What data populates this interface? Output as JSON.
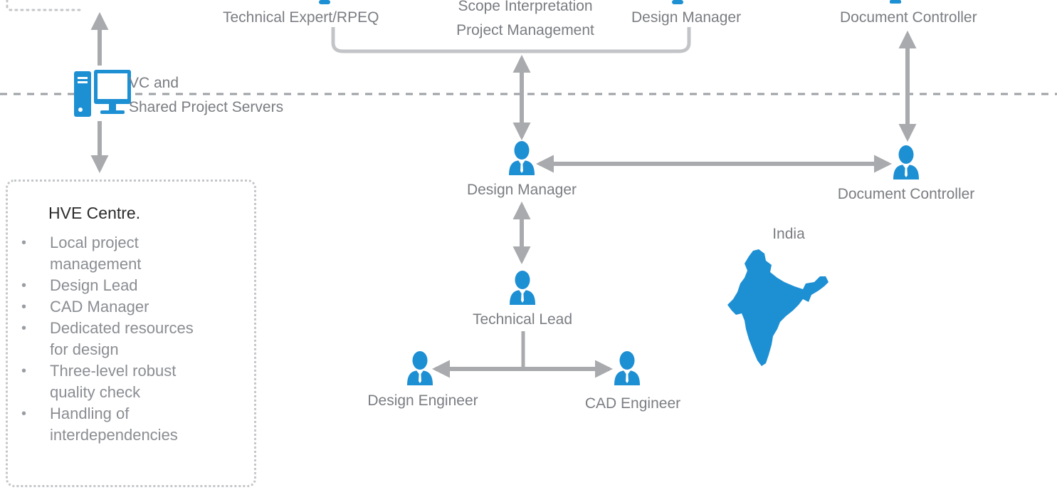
{
  "colors": {
    "accent": "#1d8fd3",
    "arrow": "#a8aaad",
    "text": "#7a7d82",
    "dark_text": "#2b2b2b"
  },
  "top_row": {
    "technical_expert": "Technical Expert/RPEQ",
    "scope_line1": "Scope Interpretation",
    "scope_line2": "Project Management",
    "design_manager": "Design Manager",
    "document_controller": "Document Controller"
  },
  "servers": {
    "line1": "VC and",
    "line2": "Shared Project Servers",
    "icon": "computer-icon"
  },
  "middle_row": {
    "design_manager": "Design Manager",
    "document_controller": "Document Controller"
  },
  "region_label": "India",
  "team": {
    "technical_lead": "Technical Lead",
    "design_engineer": "Design Engineer",
    "cad_engineer": "CAD Engineer"
  },
  "hve": {
    "title": "HVE Centre.",
    "items": [
      {
        "bullet": "•",
        "line1": "Local project",
        "line2": "management"
      },
      {
        "bullet": "•",
        "line1": "Design Lead",
        "line2": ""
      },
      {
        "bullet": "•",
        "line1": "CAD Manager",
        "line2": ""
      },
      {
        "bullet": "•",
        "line1": "Dedicated resources",
        "line2": "for design"
      },
      {
        "bullet": "•",
        "line1": "Three-level robust",
        "line2": "quality check"
      },
      {
        "bullet": "•",
        "line1": "Handling of",
        "line2": "interdependencies"
      }
    ]
  }
}
